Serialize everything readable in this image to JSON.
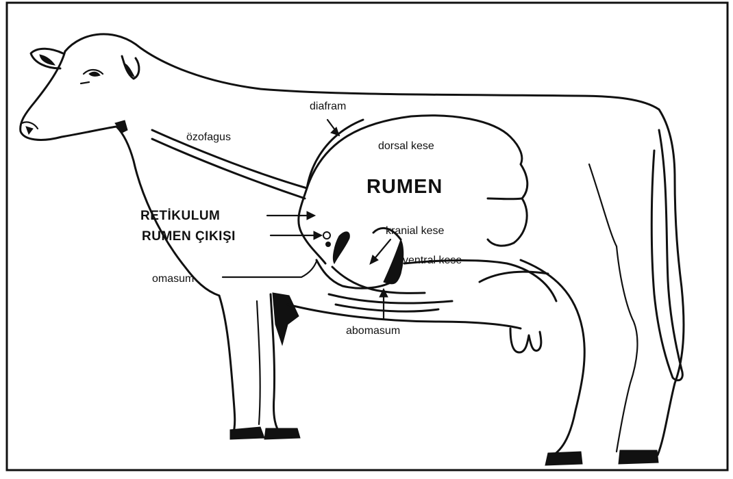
{
  "labels": {
    "ozofagus": "özofagus",
    "diafram": "diafram",
    "dorsal_kese": "dorsal kese",
    "rumen": "RUMEN",
    "retikulum": "RETİKULUM",
    "rumen_cikisi": "RUMEN ÇIKIŞI",
    "kranial_kese": "kranial kese",
    "ventral_kese": "ventral kese",
    "omasum": "omasum",
    "abomasum": "abomasum"
  },
  "colors": {
    "line": "#111111",
    "background": "#ffffff"
  }
}
